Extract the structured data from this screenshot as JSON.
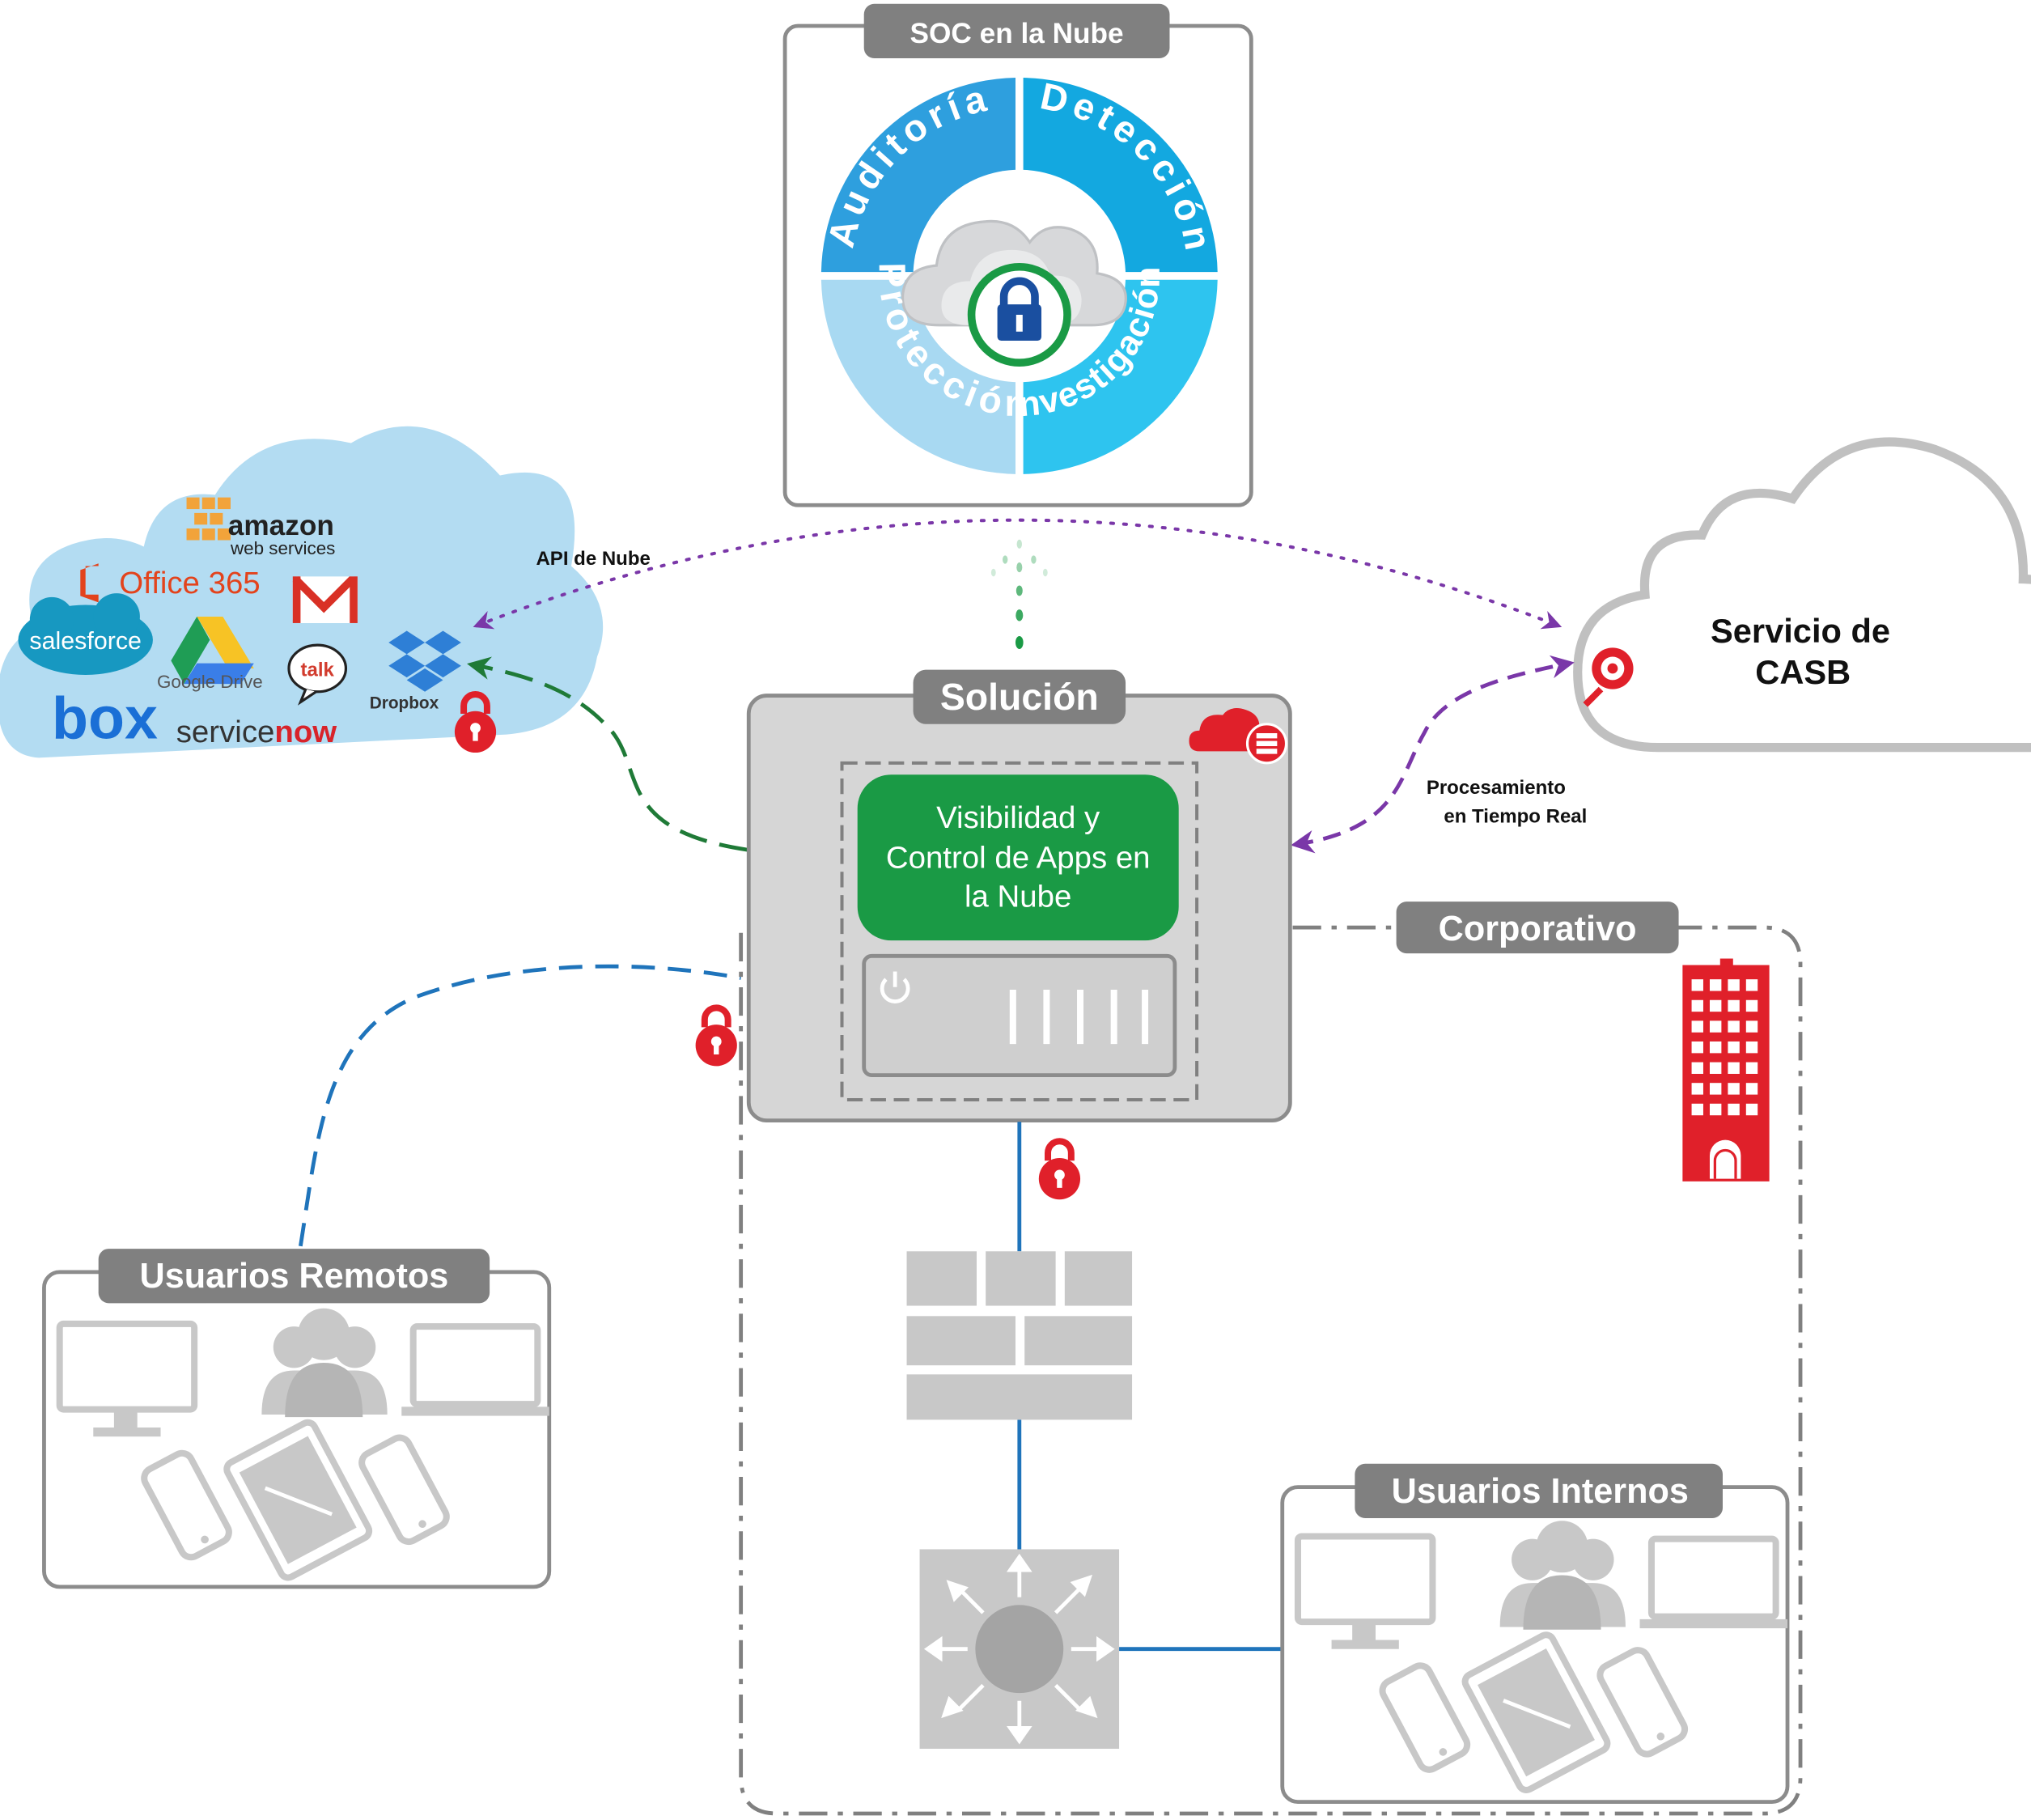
{
  "soc": {
    "title": "SOC en la Nube",
    "segments": {
      "top_left": "Auditoría",
      "top_right": "Detección",
      "bottom_left": "Protección",
      "bottom_right": "Investigación"
    }
  },
  "saas_cloud": {
    "logos": {
      "amazon": "amazon",
      "amazon_sub": "web services",
      "office": "Office 365",
      "salesforce": "salesforce",
      "google_drive": "Google Drive",
      "talk": "talk",
      "dropbox": "Dropbox",
      "box": "box",
      "servicenow_a": "service",
      "servicenow_b": "now"
    }
  },
  "labels": {
    "api": "API de Nube",
    "processing_1": "Procesamiento",
    "processing_2": "en Tiempo Real"
  },
  "casb": {
    "line1": "Servicio de",
    "line2": "CASB"
  },
  "solution": {
    "title": "Solución",
    "green_line1": "Visibilidad y",
    "green_line2": "Control de Apps en",
    "green_line3": "la Nube"
  },
  "corporate": {
    "title": "Corporativo"
  },
  "remote_users": {
    "title": "Usuarios Remotos"
  },
  "internal_users": {
    "title": "Usuarios Internos"
  },
  "colors": {
    "box_border": "#8c8c8c",
    "pill_gray": "#808080",
    "green": "#1a9a45",
    "purple": "#7a37a8",
    "blue_line": "#1f74bb",
    "red": "#e0202a",
    "device_gray": "#c8c8c8"
  }
}
